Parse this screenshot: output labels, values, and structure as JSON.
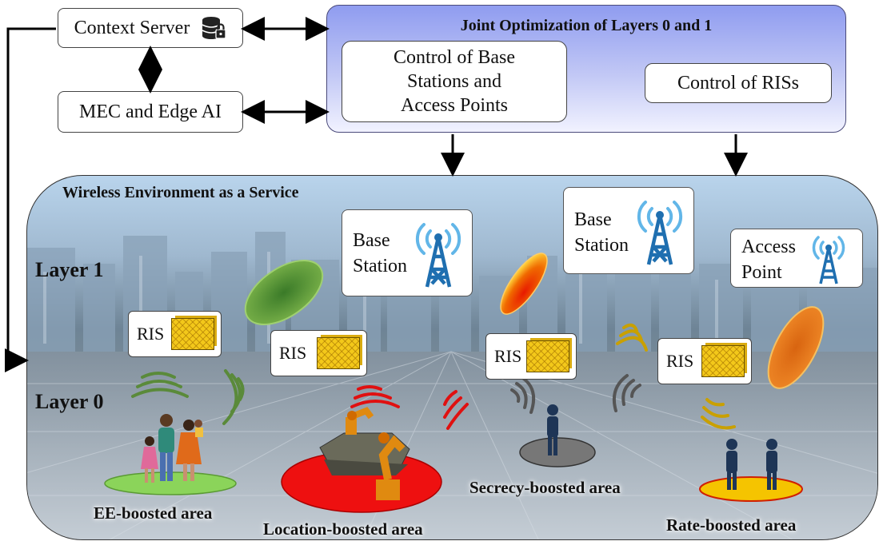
{
  "context_server": {
    "label": "Context Server"
  },
  "mec": {
    "label": "MEC and Edge AI"
  },
  "joint": {
    "title": "Joint Optimization  of Layers 0 and 1",
    "control_bs_line1": "Control of Base",
    "control_bs_line2": "Stations and",
    "control_bs_line3": "Access Points",
    "control_ris": "Control of RISs"
  },
  "environment": {
    "title": "Wireless Environment as a Service",
    "layer1": "Layer 1",
    "layer0": "Layer 0"
  },
  "ris_label": "RIS",
  "base_station": {
    "line1": "Base",
    "line2": "Station"
  },
  "access_point": {
    "line1": "Access",
    "line2": "Point"
  },
  "areas": {
    "ee": "EE-boosted area",
    "location": "Location-boosted area",
    "secrecy": "Secrecy-boosted area",
    "rate": "Rate-boosted area"
  },
  "colors": {
    "ee": "#5a9a34",
    "location": "#e01010",
    "secrecy": "#555555",
    "rate": "#c9a000",
    "antenna": "#1f6fb0"
  }
}
